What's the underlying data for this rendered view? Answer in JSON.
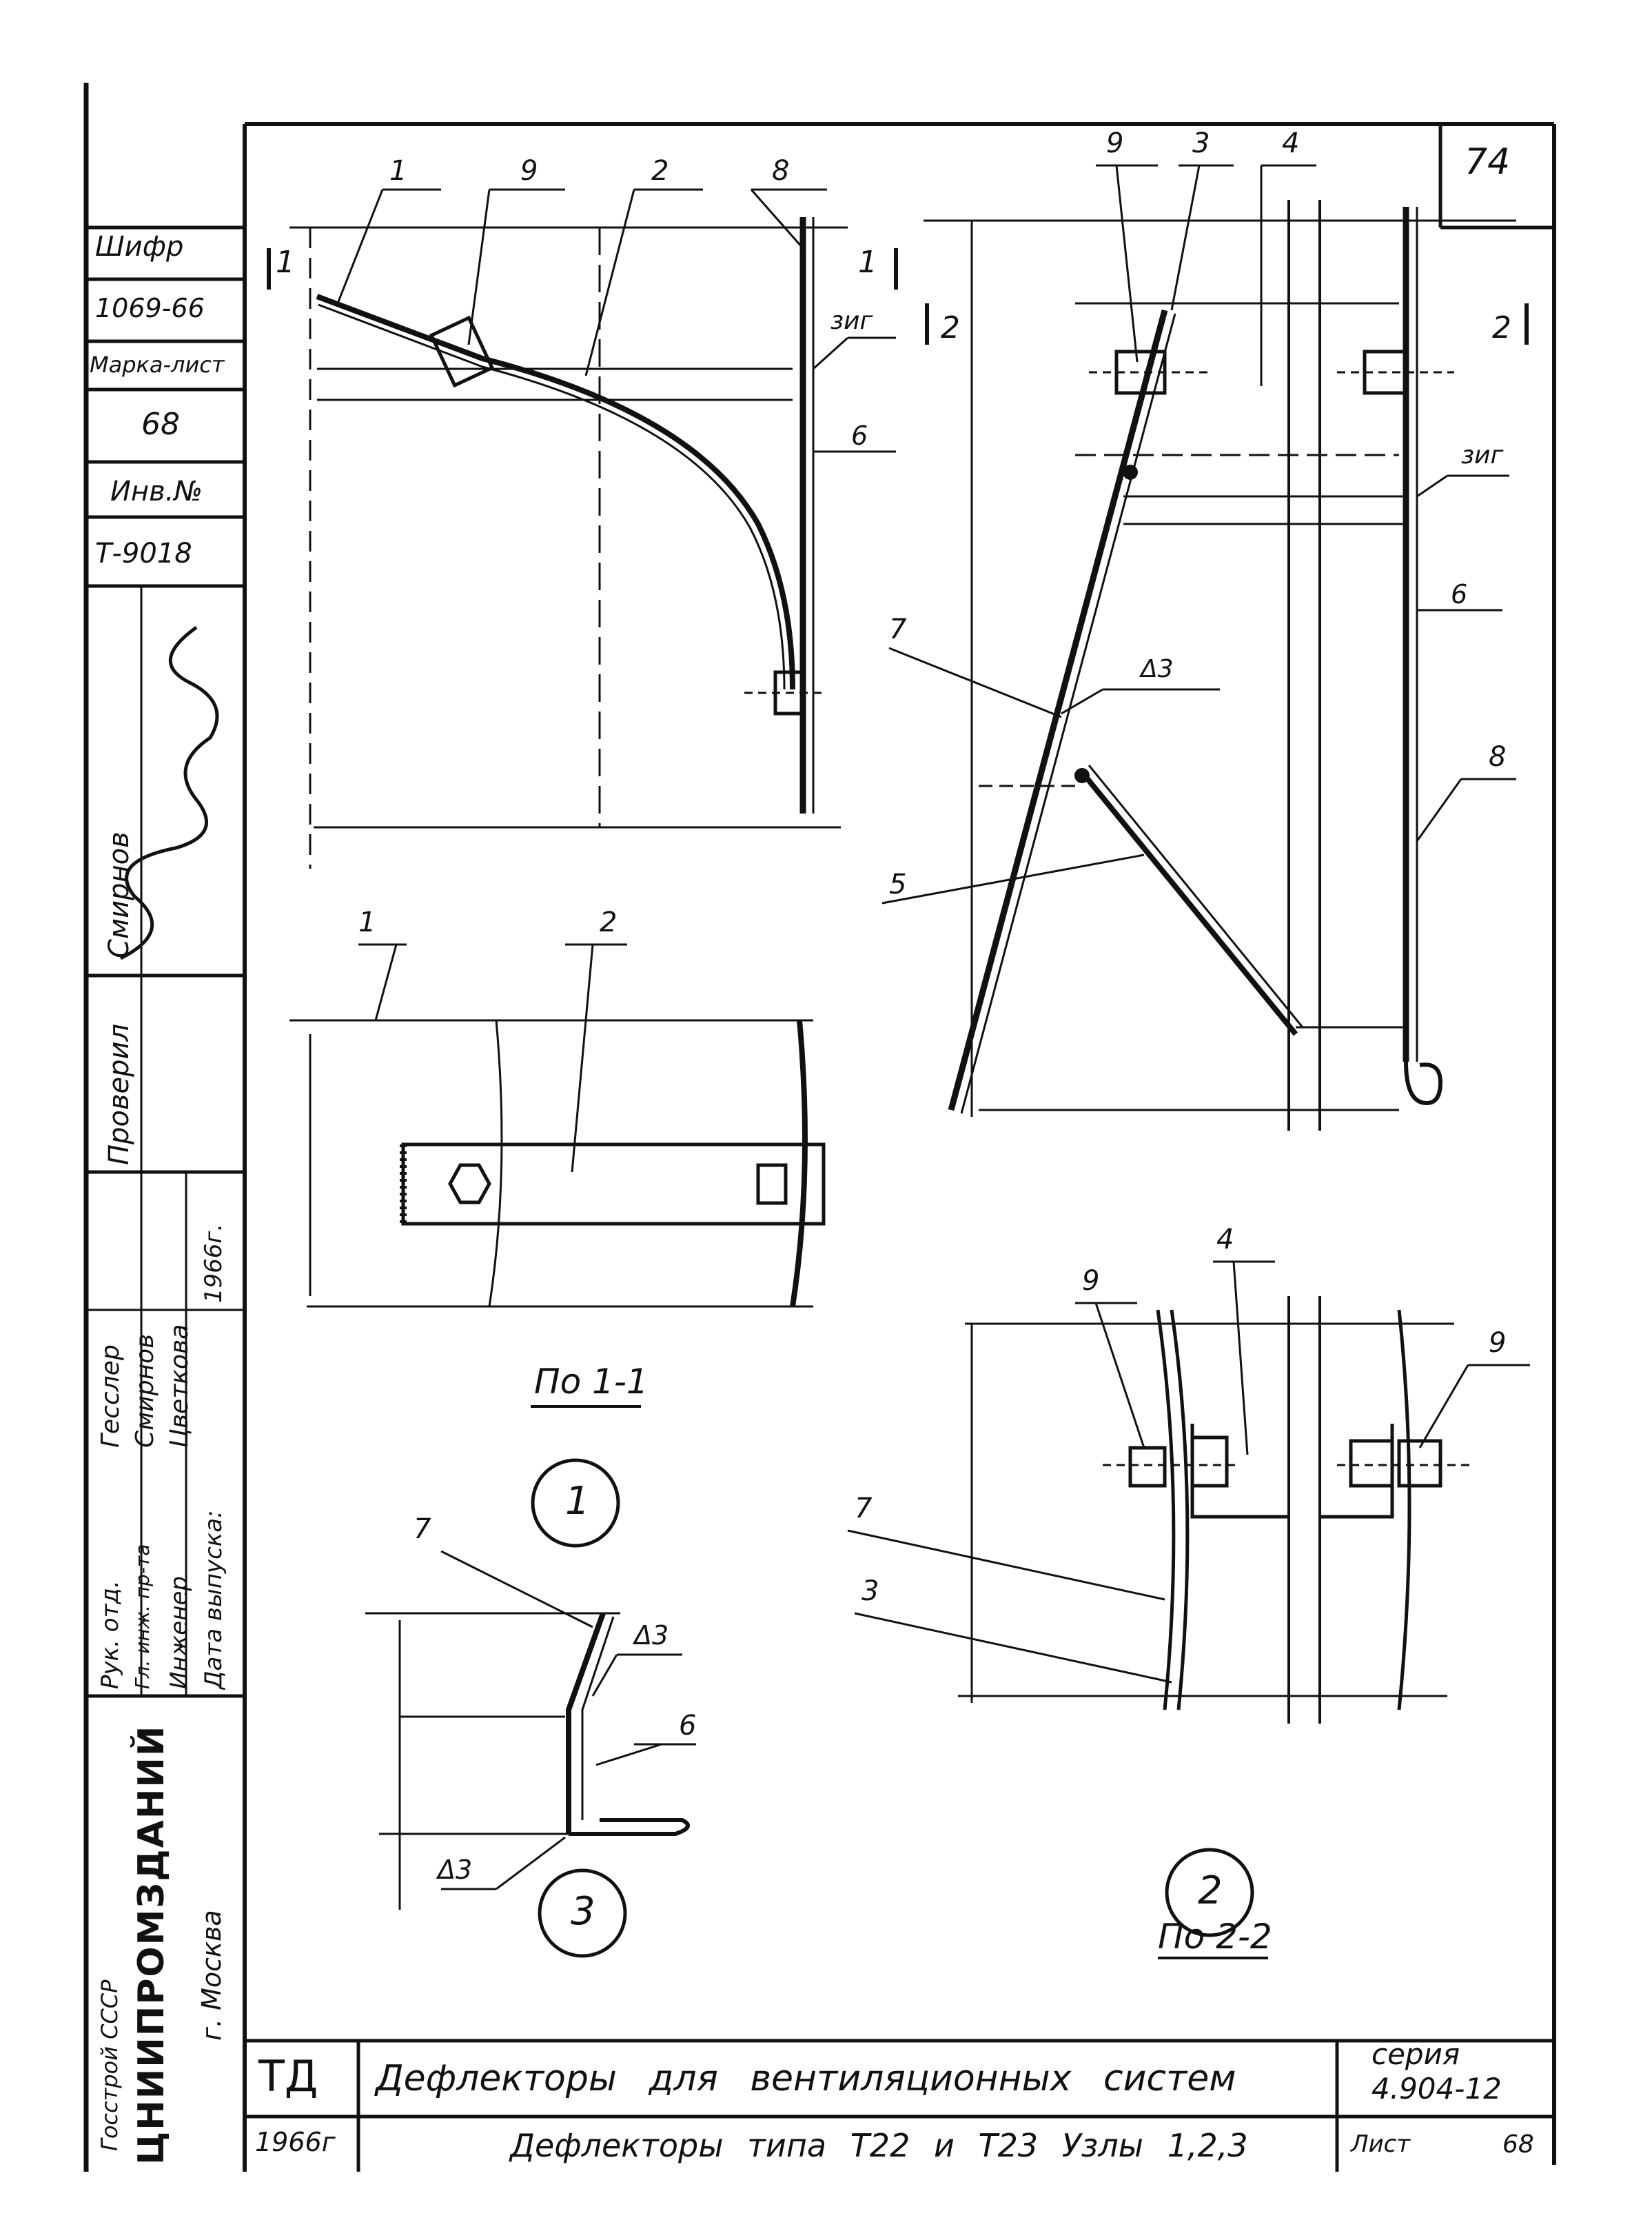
{
  "sheet": {
    "page_number": "74",
    "code_label": "Шифр",
    "code_value": "1069-66",
    "mark_label": "Марка-лист",
    "mark_value": "68",
    "inv_label": "Инв.№",
    "inv_value": "Т-9018"
  },
  "side_stamp": {
    "checked_label": "Проверил",
    "author_name": "Смирнов",
    "roles": [
      "Рук. отд.",
      "Гл. инж. пр-та",
      "Инженер",
      "Дата выпуска:"
    ],
    "names": [
      "Гесслер",
      "Смирнов",
      "Цветкова",
      "1966г."
    ],
    "org_top": "Госстрой СССР",
    "org_main": "ЦНИИПРОМЗДАНИЙ",
    "org_city": "г. Москва"
  },
  "title_block": {
    "code": "ТД",
    "year": "1966г",
    "title": "Дефлекторы для вентиляционных систем",
    "subtitle": "Дефлекторы типа Т22 и Т23 Узлы 1,2,3",
    "series_label": "серия",
    "series_value": "4.904-12",
    "sheet_label": "Лист",
    "sheet_value": "68"
  },
  "view1": {
    "labels": [
      "1",
      "9",
      "2",
      "8"
    ],
    "section_mark": "1",
    "weld_note": "зиг",
    "thickness_label": "6"
  },
  "view_po11": {
    "labels": [
      "1",
      "2"
    ],
    "caption": "По 1-1",
    "node": "1"
  },
  "view2": {
    "labels": [
      "9",
      "3",
      "4",
      "7",
      "5",
      "8"
    ],
    "section_mark": "2",
    "weld_note": "зиг",
    "thickness_label": "6",
    "weld_symbol": "Δ3"
  },
  "view_po22": {
    "labels": [
      "9",
      "4",
      "9",
      "7",
      "3"
    ],
    "caption": "По 2-2",
    "node": "2"
  },
  "view3": {
    "labels": [
      "7",
      "6"
    ],
    "weld_top": "Δ3",
    "weld_bottom": "Δ3",
    "node": "3"
  }
}
